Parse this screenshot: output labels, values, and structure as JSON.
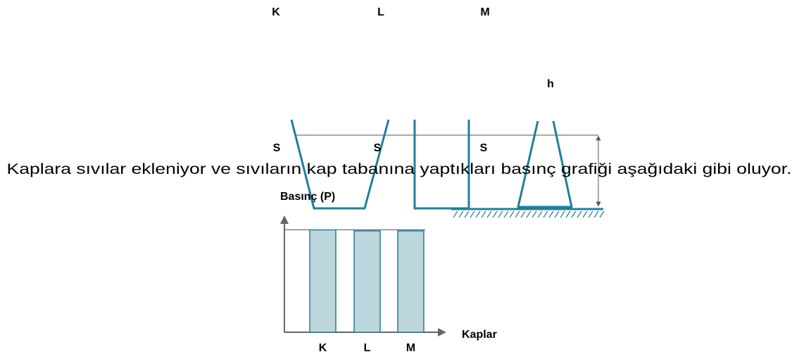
{
  "containers": {
    "labels": [
      "K",
      "L",
      "M"
    ],
    "base_labels": [
      "S",
      "S",
      "S"
    ],
    "height_label": "h"
  },
  "sentence": "Kaplara sıvılar ekleniyor ve sıvıların kap tabanına yaptıkları basınç grafiği aşağıdaki gibi oluyor.",
  "colors": {
    "vessel": "#1f7f9a",
    "bar_fill": "#bdd5dc"
  },
  "chart_data": {
    "type": "bar",
    "categories": [
      "K",
      "L",
      "M"
    ],
    "values": [
      1.0,
      0.99,
      0.99
    ],
    "ylabel": "Basınç (P)",
    "xlabel": "Kaplar",
    "ylim": [
      0,
      1.1
    ],
    "grid": false
  }
}
